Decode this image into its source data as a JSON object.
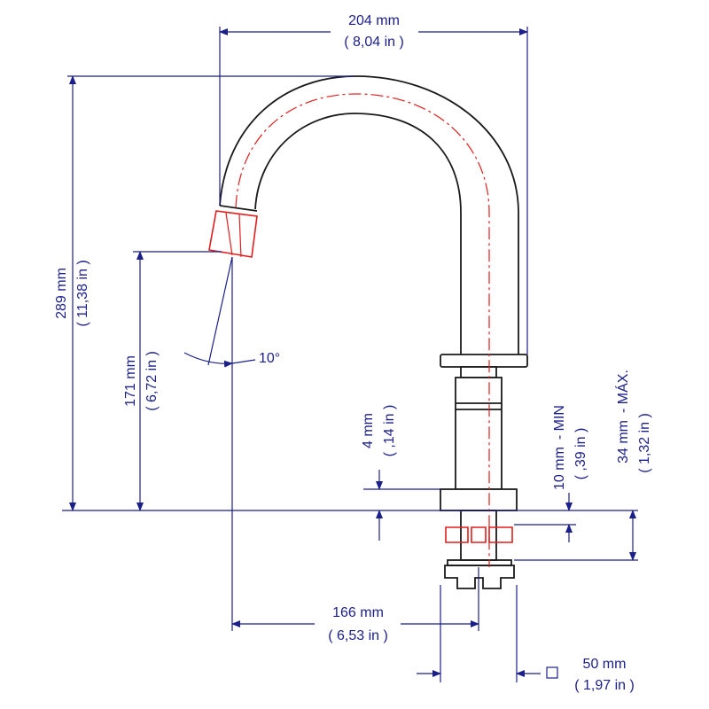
{
  "dimensions": {
    "width_total": {
      "mm": "204 mm",
      "in": "( 8,04 in )"
    },
    "height_total": {
      "mm": "289 mm",
      "in": "( 11,38 in )"
    },
    "spout_height": {
      "mm": "171 mm",
      "in": "( 6,72 in )"
    },
    "angle": {
      "label": "10°"
    },
    "flange": {
      "mm": "4 mm",
      "in": "( ,14 in )"
    },
    "min_deck": {
      "mm": "10 mm",
      "in": "( ,39 in )",
      "suffix": "- MIN"
    },
    "max_deck": {
      "mm": "34 mm",
      "in": "( 1,32 in )",
      "suffix": "- MÁX."
    },
    "reach": {
      "mm": "166 mm",
      "in": "( 6,53 in )"
    },
    "hole": {
      "mm": "50 mm",
      "in": "( 1,97 in )"
    }
  },
  "colors": {
    "dimension": "#1b1f8a",
    "centerline": "#e21d1d",
    "outline": "#1a1a1a"
  }
}
